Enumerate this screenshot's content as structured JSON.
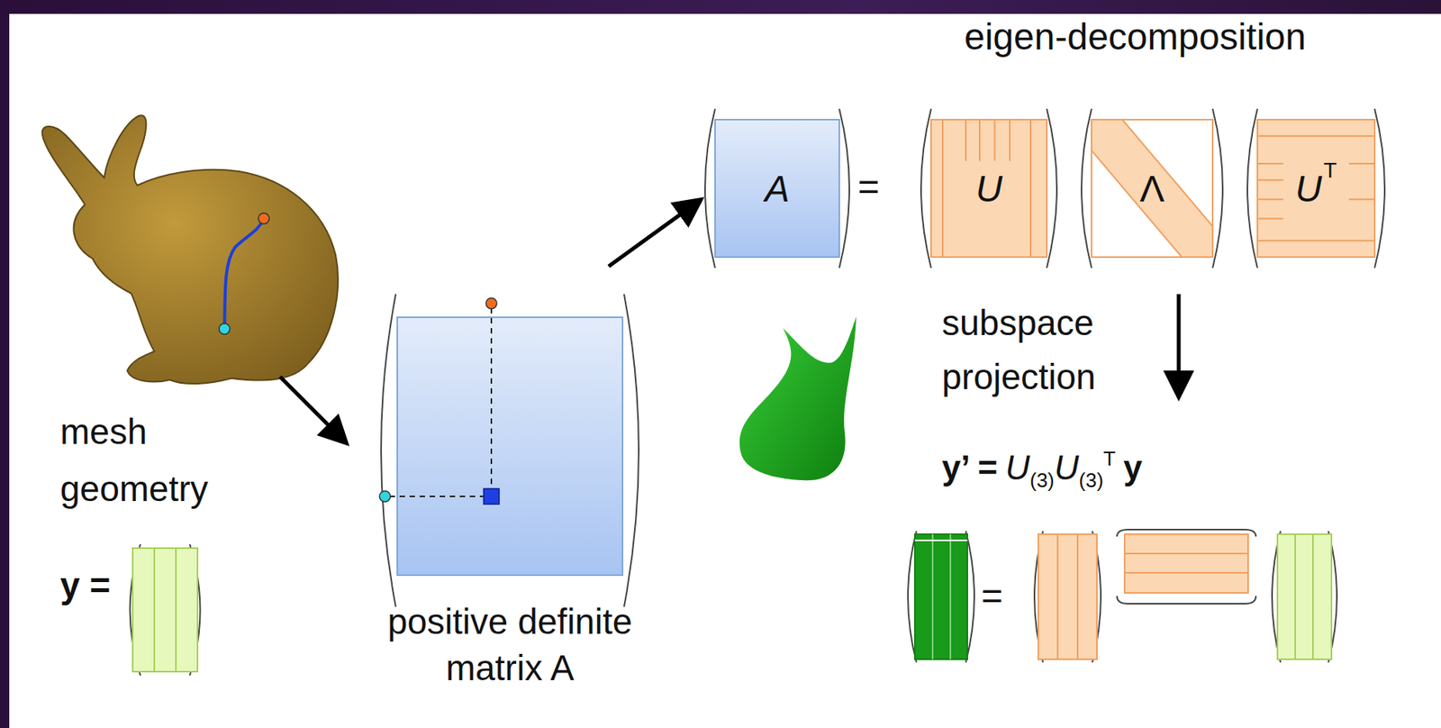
{
  "diagram": {
    "nodes": [
      {
        "text": [
          "positive definite matrix A"
        ]
      },
      {
        "text": [
          "A"
        ]
      },
      {
        "text": [
          "U"
        ]
      },
      {
        "text": [
          "Λ"
        ]
      },
      {
        "text": [
          "U",
          "T"
        ]
      }
    ],
    "edges": [
      {
        "from": 0,
        "to": 1,
        "arrow": "to"
      }
    ],
    "labels": [
      "eigen-decomposition",
      "=",
      "mesh geometry",
      "subspace projection",
      "y’ =",
      "U",
      "(3)",
      "U",
      "(3)",
      "T",
      "y",
      "y =",
      "="
    ]
  }
}
